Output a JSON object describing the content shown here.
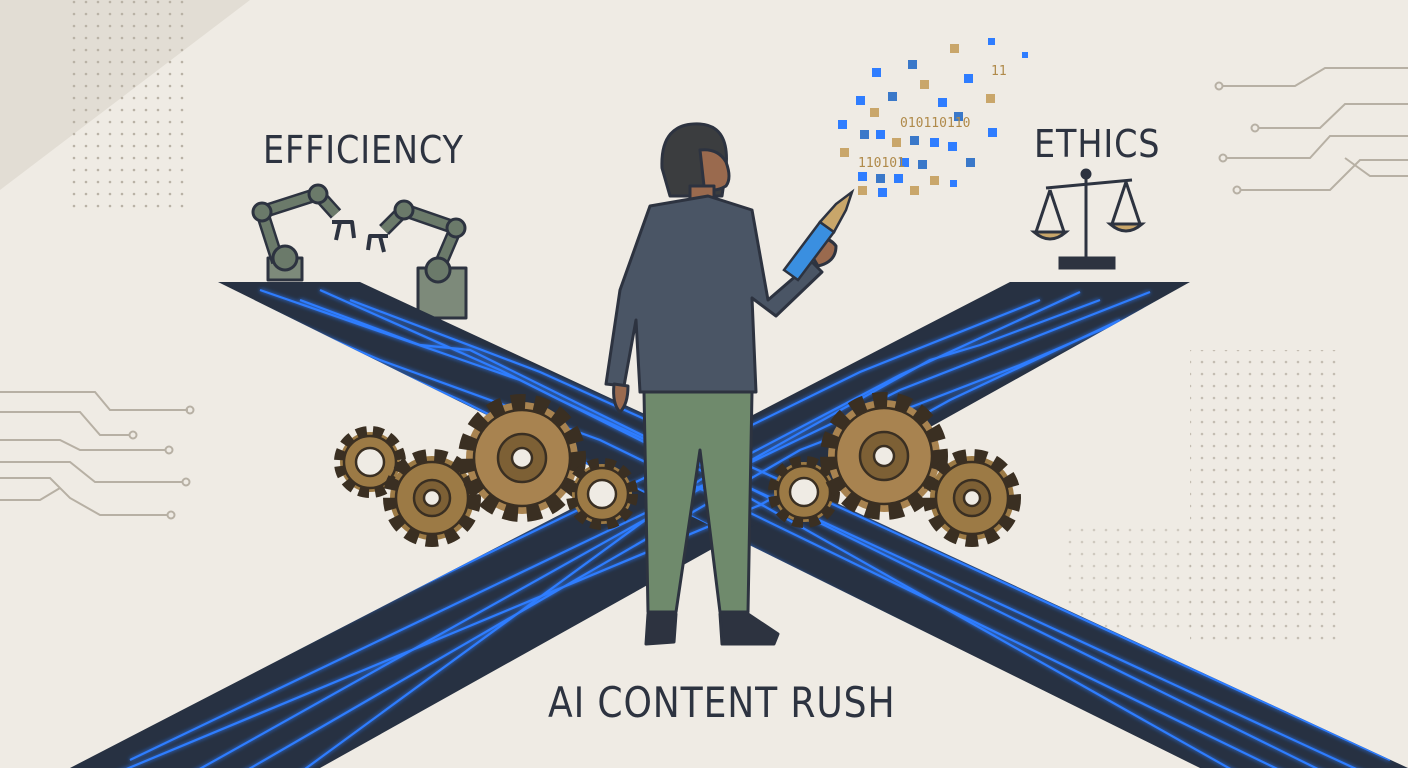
{
  "labels": {
    "efficiency": "EFFICIENCY",
    "ethics": "ETHICS",
    "rush": "AI CONTENT RUSH"
  },
  "binary": {
    "a": "010110110",
    "b": "110101",
    "c": "11"
  },
  "colors": {
    "background": "#efebe4",
    "road": "#273142",
    "circuit_glow": "#2f7dff",
    "gear": "#9c7a45",
    "jacket": "#4a5565",
    "trousers": "#6f8a6c",
    "robot_arm": "#6b7a6a"
  },
  "icons": [
    "robot-arm-icon",
    "scales-of-justice-icon",
    "gear-icon",
    "fountain-pen-icon"
  ]
}
